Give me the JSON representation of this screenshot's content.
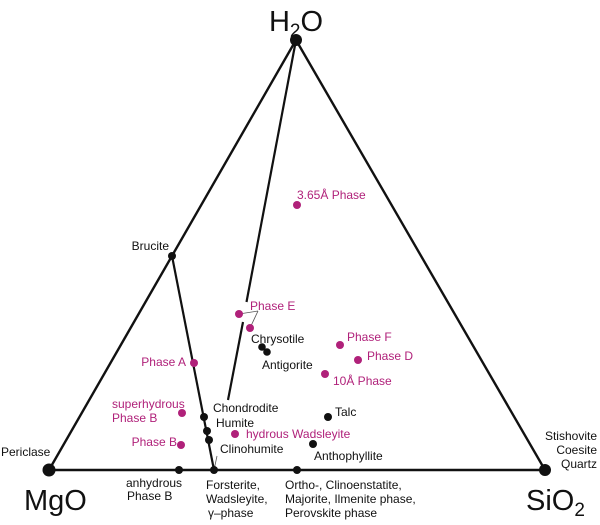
{
  "vertices": {
    "h2o": {
      "main": "H",
      "sub": "2",
      "end": "O"
    },
    "mgo": "MgO",
    "sio2": {
      "main": "SiO",
      "sub": "2"
    }
  },
  "minerals": {
    "brucite": "Brucite",
    "periclase": "Periclase",
    "silica": [
      "Stishovite",
      "Coesite",
      "Quartz"
    ],
    "chrysotile": "Chrysotile",
    "antigorite": "Antigorite",
    "talc": "Talc",
    "anthophyllite": "Anthophyllite",
    "chondrodite": "Chondrodite",
    "humite": "Humite",
    "clinohumite": "Clinohumite",
    "anhydrous_phase_b": [
      "anhydrous",
      "Phase B"
    ],
    "forsterite": [
      "Forsterite,",
      "Wadsleyite,",
      "γ–phase"
    ],
    "enstatite": [
      "Ortho-, Clinoenstatite,",
      "Majorite, Ilmenite phase,",
      "Perovskite phase"
    ]
  },
  "hydrous_phases": {
    "phase_365": "3.65Å Phase",
    "phase_e": "Phase E",
    "phase_f": "Phase F",
    "phase_d": "Phase D",
    "phase_10a": "10Å Phase",
    "phase_a": "Phase A",
    "superhydrous_b": [
      "superhydrous",
      "Phase B"
    ],
    "phase_b": "Phase B",
    "hydrous_wadsleyite": "hydrous Wadsleyite"
  },
  "colors": {
    "hydrous_phase": "#b0217a",
    "anhydrous_phase": "#111111"
  }
}
